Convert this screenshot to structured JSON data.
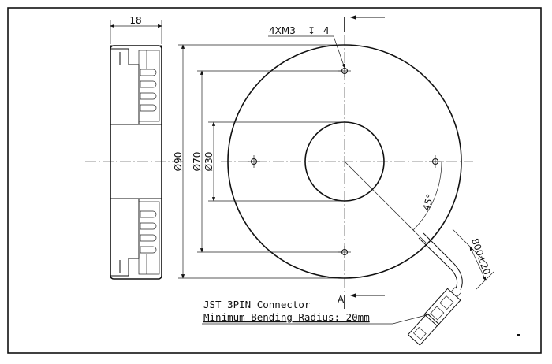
{
  "dimensions": {
    "width_side": "18",
    "dia_outer": "Ø90",
    "dia_mid": "Ø70",
    "dia_inner": "Ø30",
    "holes": "4XM3",
    "depth_symbol": "↧",
    "depth_value": "4",
    "angle": "45°",
    "cable_length": "800±20"
  },
  "section": {
    "marker": "A"
  },
  "notes": {
    "connector": "JST 3PIN Connector",
    "bending": "Minimum Bending Radius: 20mm"
  }
}
